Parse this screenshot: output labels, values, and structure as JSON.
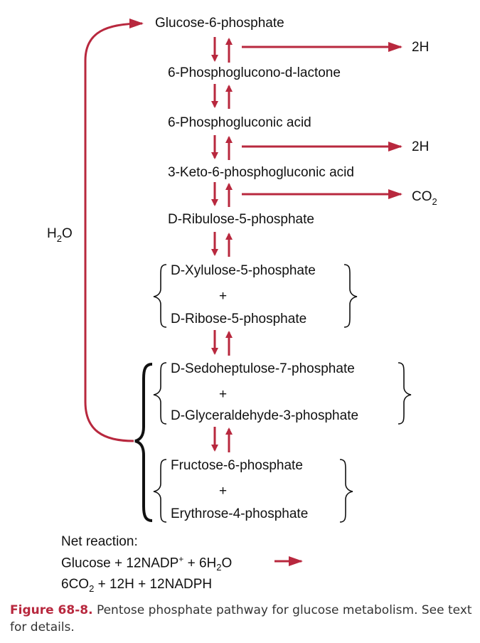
{
  "pathway": {
    "steps": [
      "Glucose-6-phosphate",
      "6-Phosphoglucono-d-lactone",
      "6-Phosphogluconic acid",
      "3-Keto-6-phosphogluconic acid",
      "D-Ribulose-5-phosphate",
      "D-Xylulose-5-phosphate",
      "D-Ribose-5-phosphate",
      "D-Sedoheptulose-7-phosphate",
      "D-Glyceraldehyde-3-phosphate",
      "Fructose-6-phosphate",
      "Erythrose-4-phosphate"
    ],
    "plus": "+",
    "side_products": {
      "h1": "2H",
      "h2": "2H",
      "co2_main": "CO",
      "co2_sub": "2"
    },
    "water": {
      "main": "H",
      "sub": "2",
      "tail": "O"
    }
  },
  "net_reaction": {
    "heading": "Net reaction:",
    "line1_a": "Glucose + 12NADP",
    "line1_sup": "+",
    "line1_b": " + 6H",
    "line1_sub": "2",
    "line1_c": "O",
    "line2_a": "6CO",
    "line2_sub": "2",
    "line2_b": " + 12H + 12NADPH"
  },
  "caption": {
    "figure": "Figure 68-8.",
    "text": " Pentose phosphate pathway for glucose metabolism. See text for details."
  },
  "colors": {
    "arrow": "#b8283e",
    "caption_accent": "#b8283e"
  }
}
